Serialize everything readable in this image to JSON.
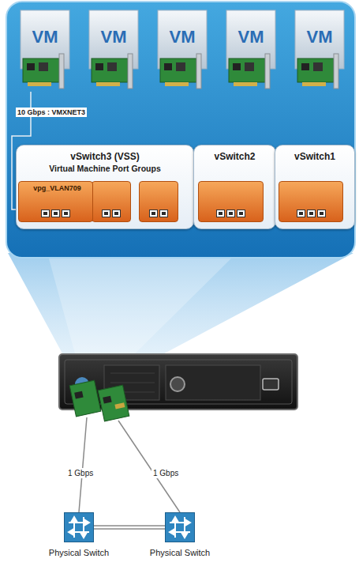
{
  "diagram": {
    "nodes": [
      {
        "text": [
          "VM"
        ]
      },
      {
        "text": [
          "VM"
        ]
      },
      {
        "text": [
          "VM"
        ]
      },
      {
        "text": [
          "VM"
        ]
      },
      {
        "text": [
          "VM"
        ]
      },
      {
        "text": [
          "vSwitch3 (VSS)",
          "Virtual Machine Port Groups"
        ]
      },
      {
        "text": [
          "vpg_VLAN709"
        ],
        "in": 5
      },
      {
        "text": [
          "vSwitch2"
        ]
      },
      {
        "text": [
          "vSwitch1"
        ]
      },
      {
        "text": [
          "Physical Switch"
        ]
      },
      {
        "text": [
          "Physical Switch"
        ]
      }
    ],
    "edges": [
      {
        "from": 0,
        "to": 6,
        "label": "10 Gbps : VMXNET3",
        "arrow": "none"
      },
      {
        "from": 9,
        "to": 10,
        "arrow": "none"
      }
    ],
    "labels": [
      "1 Gbps",
      "1 Gbps"
    ]
  }
}
